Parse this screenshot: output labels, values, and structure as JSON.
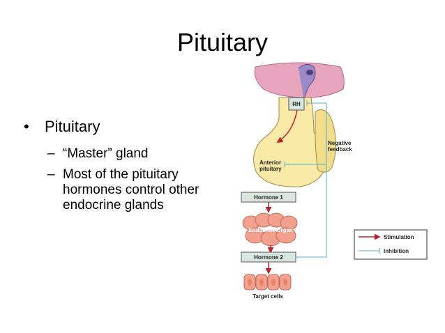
{
  "slide": {
    "title": "Pituitary",
    "bullet": "Pituitary",
    "sub_bullets": [
      "“Master” gland",
      "Most of the pituitary hormones control other endocrine glands"
    ]
  },
  "diagram": {
    "rh_label": "RH",
    "negative_feedback_line1": "Negative",
    "negative_feedback_line2": "feedback",
    "anterior_line1": "Anterior",
    "anterior_line2": "pituitary",
    "hormone1": "Hormone 1",
    "endocrine_organ": "Endocrine organ",
    "hormone2": "Hormone 2",
    "target_cells": "Target cells",
    "legend_stimulation": "Stimulation",
    "legend_inhibition": "Inhibition"
  },
  "colors": {
    "stimulation": "#c0202a",
    "inhibition": "#4fb3c9",
    "gland": "#f8e9a6",
    "organ": "#f3a08e",
    "brain": "#e7a4bd",
    "box": "#d9e6df"
  }
}
